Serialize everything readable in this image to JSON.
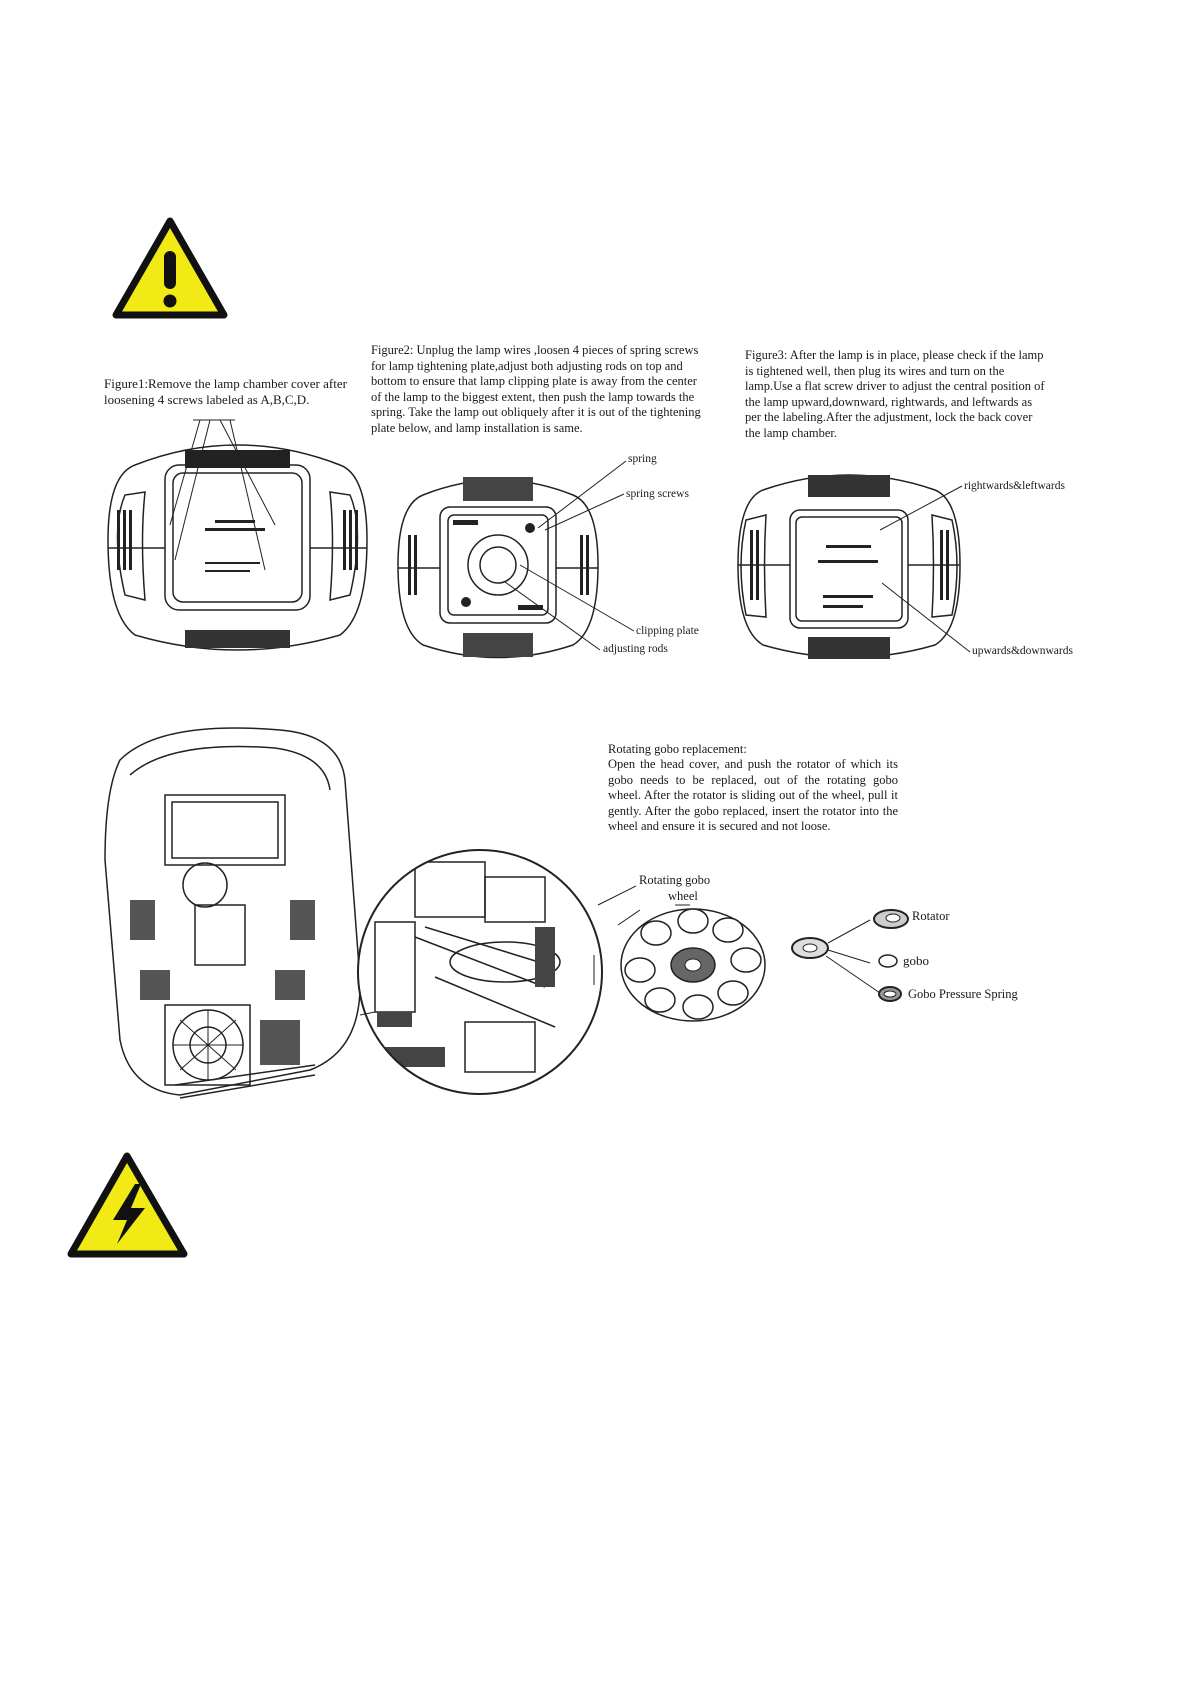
{
  "colors": {
    "warning_yellow": "#f2ea14",
    "ink": "#222222"
  },
  "icons": [
    "warning-triangle-icon",
    "electric-hazard-icon"
  ],
  "figure1": {
    "caption": "Figure1:Remove the lamp chamber cover after loosening 4 screws labeled as A,B,C,D."
  },
  "figure2": {
    "caption": "Figure2: Unplug the lamp wires ,loosen 4 pieces of spring screws for lamp tightening plate,adjust both adjusting rods on top and bottom to ensure that lamp clipping plate is away from the center of the lamp to the biggest extent, then push the lamp towards the spring. Take the lamp out obliquely after it is out of the tightening plate below, and lamp installation is same.",
    "labels": {
      "spring": "spring",
      "spring_screws": "spring screws",
      "clipping_plate": "clipping plate",
      "adjusting_rods": "adjusting rods"
    }
  },
  "figure3": {
    "caption": "Figure3: After the lamp is in place, please check if the lamp is tightened well, then plug its wires and turn on the lamp.Use a flat screw driver to adjust the central position of the lamp upward,downward, rightwards, and leftwards as per the labeling.After the adjustment, lock the back cover the lamp chamber.",
    "labels": {
      "right_left": "rightwards&leftwards",
      "up_down": "upwards&downwards"
    }
  },
  "gobo": {
    "title": "Rotating gobo replacement:",
    "text": "Open the head cover, and push the rotator of which its gobo needs to be replaced, out of the rotating gobo wheel. After the rotator is sliding out of the wheel, pull it gently. After the gobo replaced, insert the rotator into the wheel and ensure it is secured and not loose.",
    "labels": {
      "wheel_line1": "Rotating gobo",
      "wheel_line2": "wheel",
      "rotator": "Rotator",
      "gobo": "gobo",
      "spring": "Gobo Pressure Spring"
    }
  }
}
